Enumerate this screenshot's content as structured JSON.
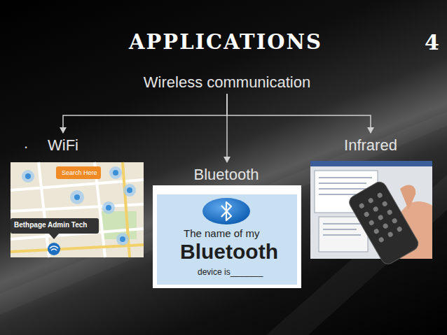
{
  "diagram": {
    "title": "APPLICATIONS",
    "nodes": [
      {
        "text": [
          "Wireless communication"
        ]
      },
      {
        "text": [
          "WiFi"
        ]
      },
      {
        "text": [
          "Bluetooth"
        ]
      },
      {
        "text": [
          "Infrared"
        ]
      }
    ],
    "edges": [
      {
        "from": 0,
        "to": 1,
        "arrow": "to"
      },
      {
        "from": 0,
        "to": 2,
        "arrow": "to"
      },
      {
        "from": 0,
        "to": 3,
        "arrow": "to"
      }
    ],
    "labels": [
      "4",
      ".",
      "Search Here",
      "Bethpage Admin Tech",
      "The name of my",
      "Bluetooth",
      "device is_______"
    ]
  }
}
